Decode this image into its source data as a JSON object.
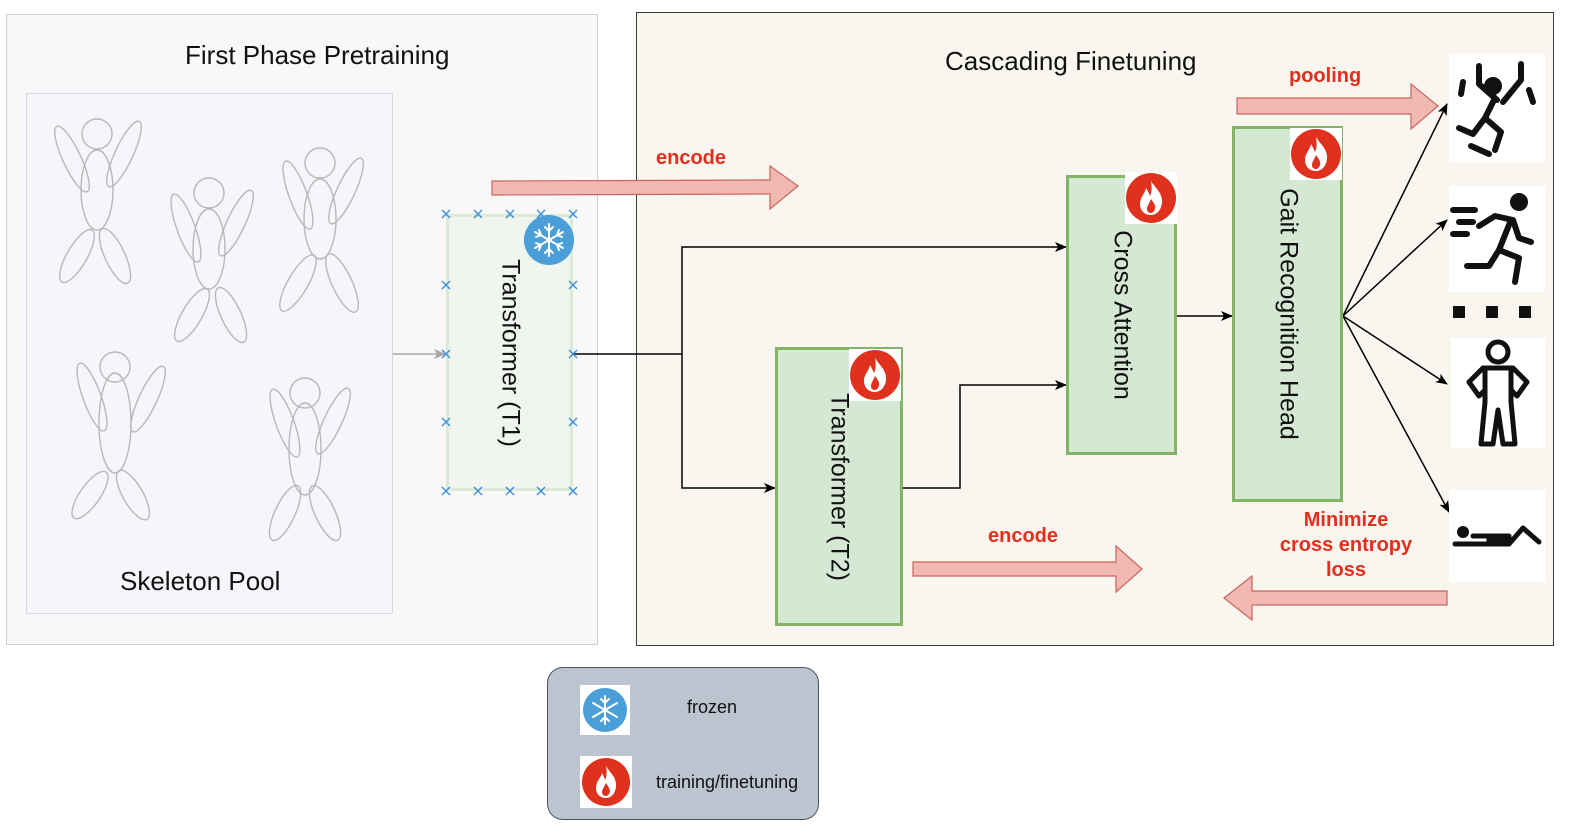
{
  "pretraining": {
    "title": "First Phase Pretraining",
    "pool_label": "Skeleton Pool"
  },
  "finetuning": {
    "title": "Cascading Finetuning"
  },
  "blocks": {
    "t1": "Transformer (T1)",
    "t2": "Transformer (T2)",
    "cross_attention": "Cross Attention",
    "gait_head": "Gait Recognition Head"
  },
  "arrows": {
    "encode_top": "encode",
    "encode_bottom": "encode",
    "pooling": "pooling",
    "loss_line1": "Minimize",
    "loss_line2": "cross entropy",
    "loss_line3": "loss"
  },
  "legend": {
    "frozen": "frozen",
    "training": "training/finetuning"
  },
  "icons": {
    "frozen": "snowflake-icon",
    "training": "fire-icon",
    "classes": [
      "jumping-person-icon",
      "running-person-icon",
      "ellipsis-icon",
      "standing-person-icon",
      "lying-person-icon"
    ]
  },
  "colors": {
    "frozen_badge": "#4a9fd8",
    "training_badge": "#e0301e",
    "block_fill": "#d5e8d4",
    "block_border": "#82b366",
    "annotation_red": "#e0301e",
    "legend_fill": "#bcc5cf"
  }
}
